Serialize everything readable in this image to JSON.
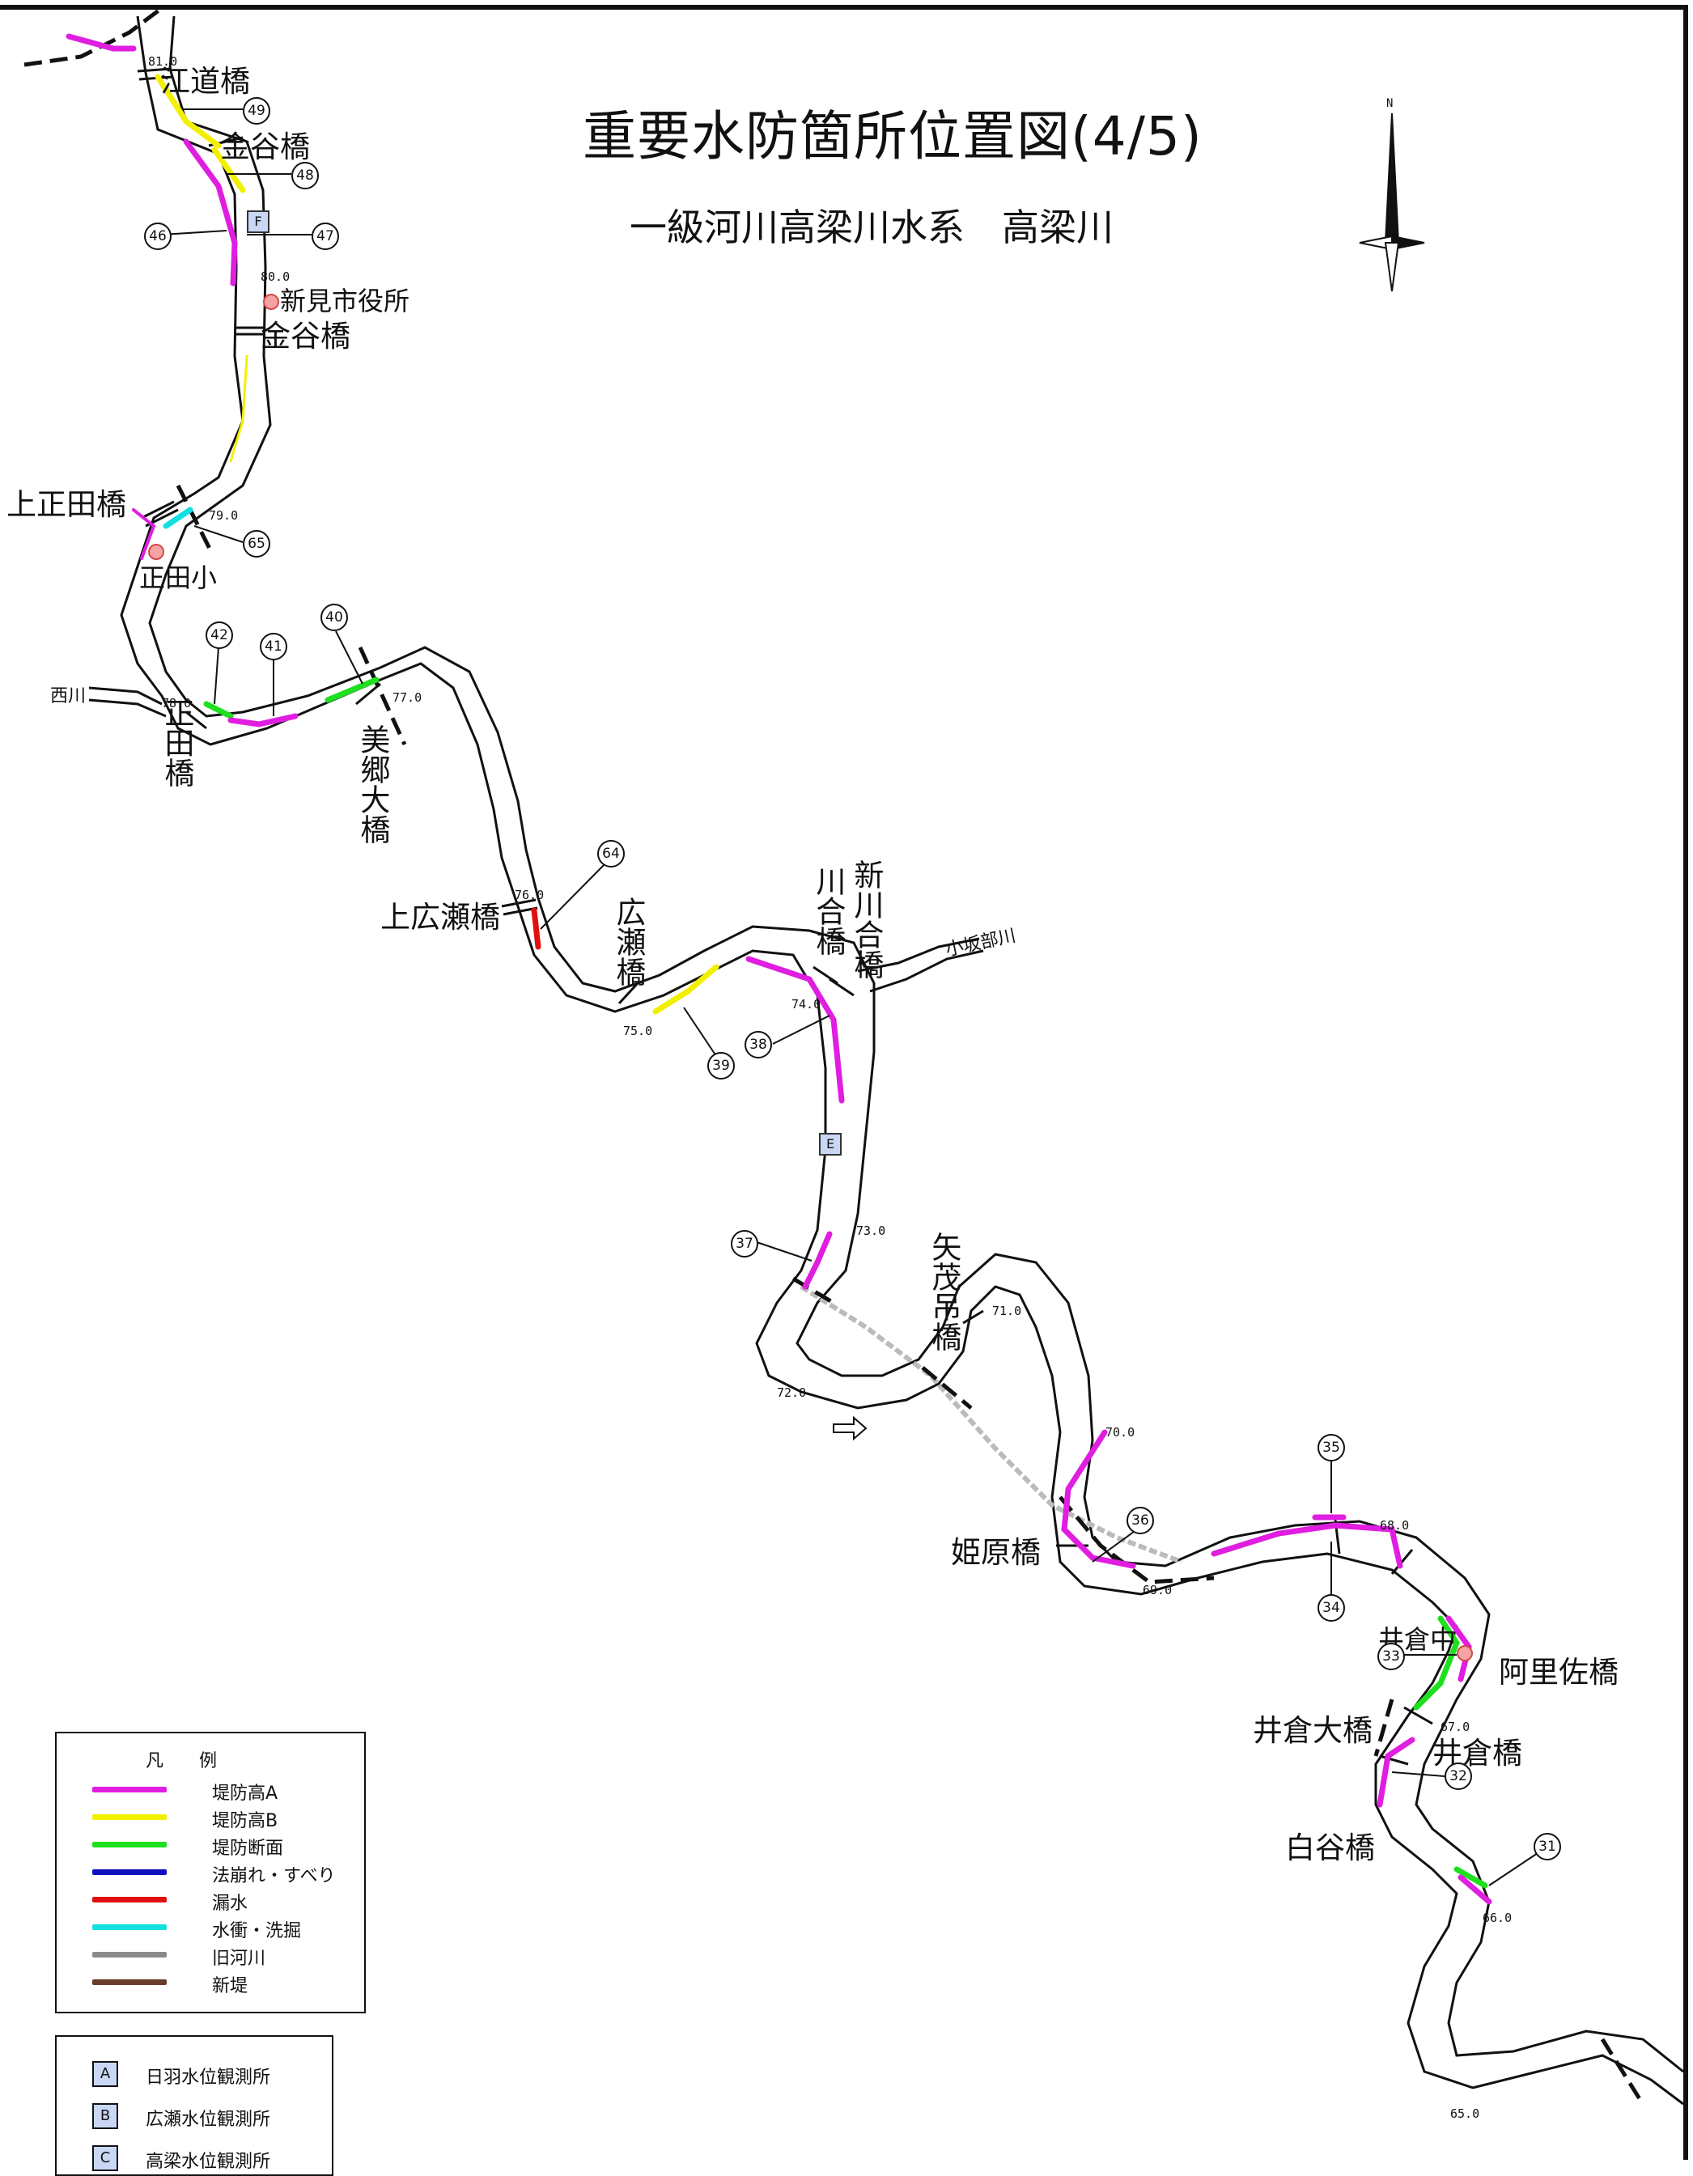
{
  "title": "重要水防箇所位置図(4/5)",
  "subtitle": "一級河川高梁川水系　高梁川",
  "north_label": "N",
  "colors": {
    "embankment_a": "#e01ee0",
    "embankment_b": "#f2f000",
    "section": "#1fe01f",
    "slope_failure": "#1010c0",
    "leakage": "#e01010",
    "scour": "#10e0e0",
    "old_river": "#8a8a8a",
    "new_levee": "#6b3b2a",
    "station_fill": "#c9d7f5"
  },
  "bridges": {
    "edomichi": "江道橋",
    "kanaya_upper": "金谷橋",
    "kanaya_lower": "金谷橋",
    "kamishoda": "上正田橋",
    "shoda": "正田橋",
    "misato": "美郷大橋",
    "kamihirose": "上広瀬橋",
    "hirose": "広瀬橋",
    "kawai": "川合橋",
    "shin_kawai": "新川合橋",
    "yamo": "矢茂吊橋",
    "himebara": "姫原橋",
    "arisa": "阿里佐橋",
    "ikura_ohashi": "井倉大橋",
    "ikura": "井倉橋",
    "shiratani": "白谷橋"
  },
  "places": {
    "niimi_city_hall": "新見市役所",
    "shoda_school": "正田小",
    "ikura_school": "井倉中",
    "nishikawa": "西川",
    "osakabe_river": "小坂部川"
  },
  "distances": [
    "81.0",
    "80.0",
    "79.0",
    "78.0",
    "77.0",
    "76.0",
    "75.0",
    "74.0",
    "73.0",
    "72.0",
    "71.0",
    "70.0",
    "69.0",
    "68.0",
    "67.0",
    "66.0",
    "65.0"
  ],
  "markers": [
    "49",
    "48",
    "47",
    "46",
    "65",
    "42",
    "41",
    "40",
    "64",
    "39",
    "38",
    "37",
    "36",
    "35",
    "34",
    "33",
    "32",
    "31"
  ],
  "station_markers": {
    "f": "F",
    "e": "E"
  },
  "legend": {
    "title": "凡　　例",
    "items": [
      {
        "label": "堤防高A",
        "color": "#e01ee0"
      },
      {
        "label": "堤防高B",
        "color": "#f2f000"
      },
      {
        "label": "堤防断面",
        "color": "#1fe01f"
      },
      {
        "label": "法崩れ・すべり",
        "color": "#1010c0"
      },
      {
        "label": "漏水",
        "color": "#e01010"
      },
      {
        "label": "水衝・洗掘",
        "color": "#10e0e0"
      },
      {
        "label": "旧河川",
        "color": "#8a8a8a"
      },
      {
        "label": "新堤",
        "color": "#6b3b2a"
      }
    ]
  },
  "stations": [
    {
      "code": "A",
      "label": "日羽水位観測所"
    },
    {
      "code": "B",
      "label": "広瀬水位観測所"
    },
    {
      "code": "C",
      "label": "高梁水位観測所"
    }
  ]
}
